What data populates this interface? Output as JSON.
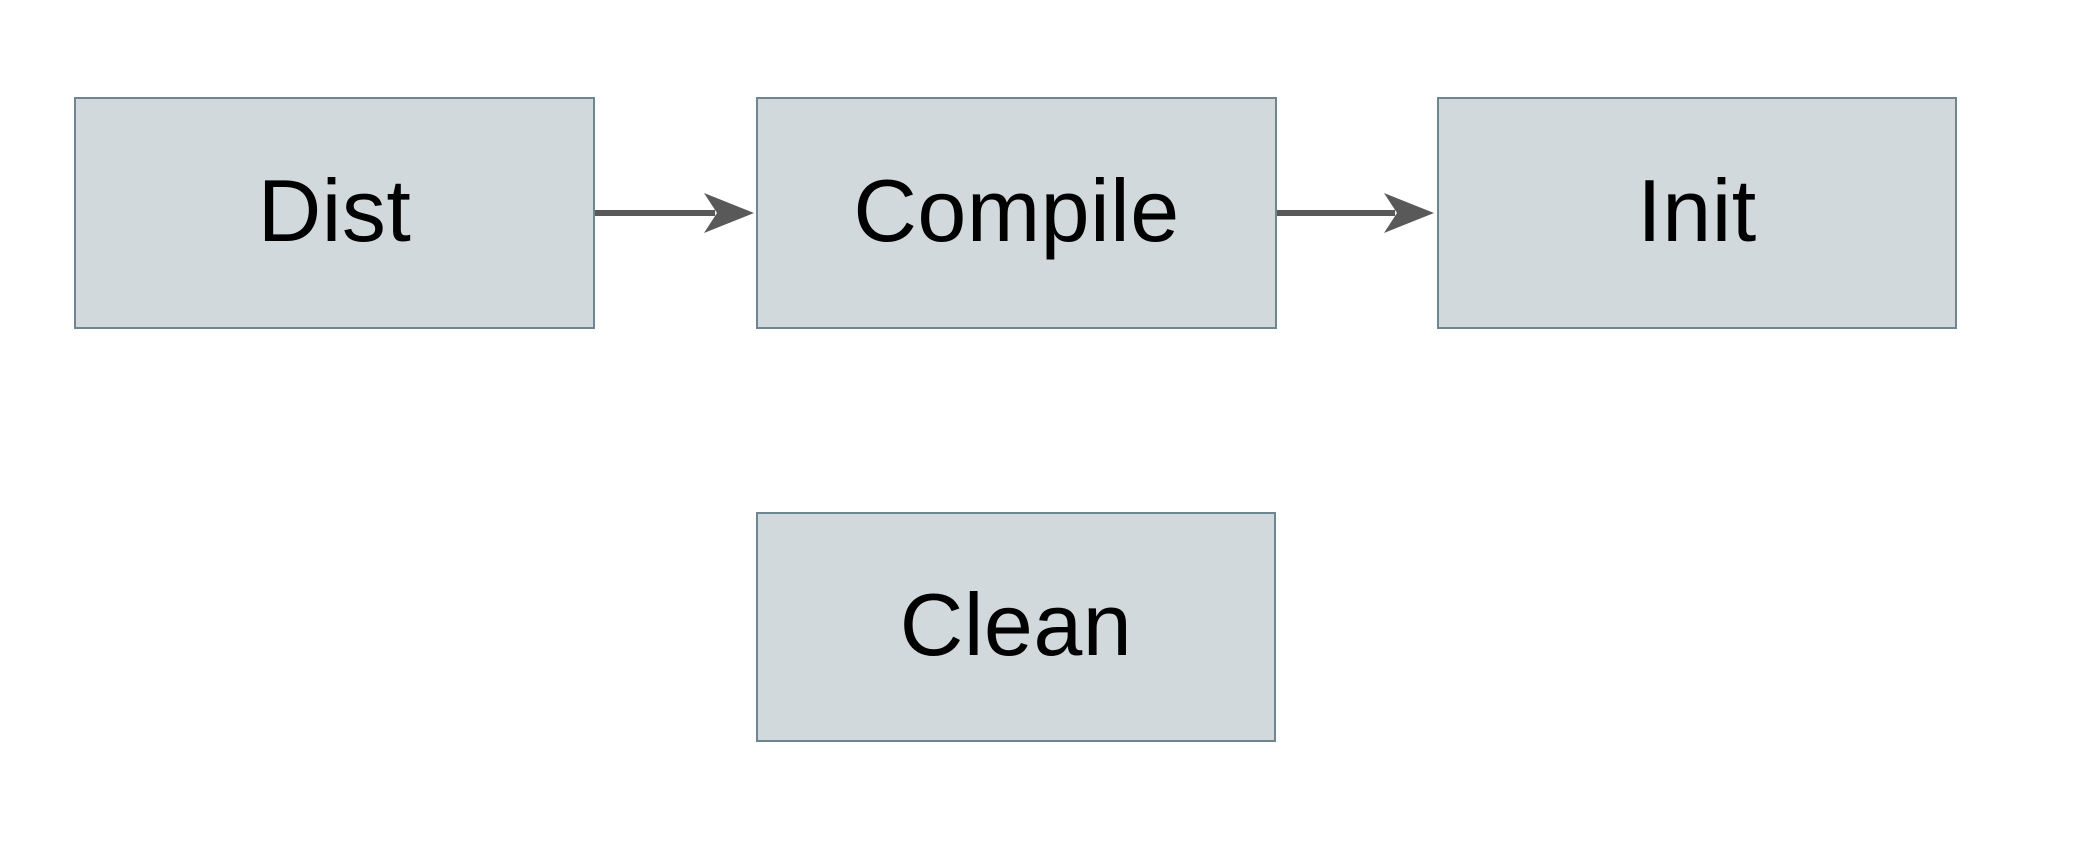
{
  "diagram": {
    "background": "#ffffff",
    "nodes": [
      {
        "id": "dist",
        "label": "Dist"
      },
      {
        "id": "compile",
        "label": "Compile"
      },
      {
        "id": "init",
        "label": "Init"
      },
      {
        "id": "clean",
        "label": "Clean"
      }
    ],
    "edges": [
      {
        "from": "dist",
        "to": "compile",
        "type": "arrow"
      },
      {
        "from": "compile",
        "to": "init",
        "type": "arrow"
      }
    ],
    "colors": {
      "background": "#ffffff",
      "node-fill": "#d1d9dc",
      "node-border": "#6f8591",
      "arrow": "#595959",
      "text": "#000000"
    }
  }
}
